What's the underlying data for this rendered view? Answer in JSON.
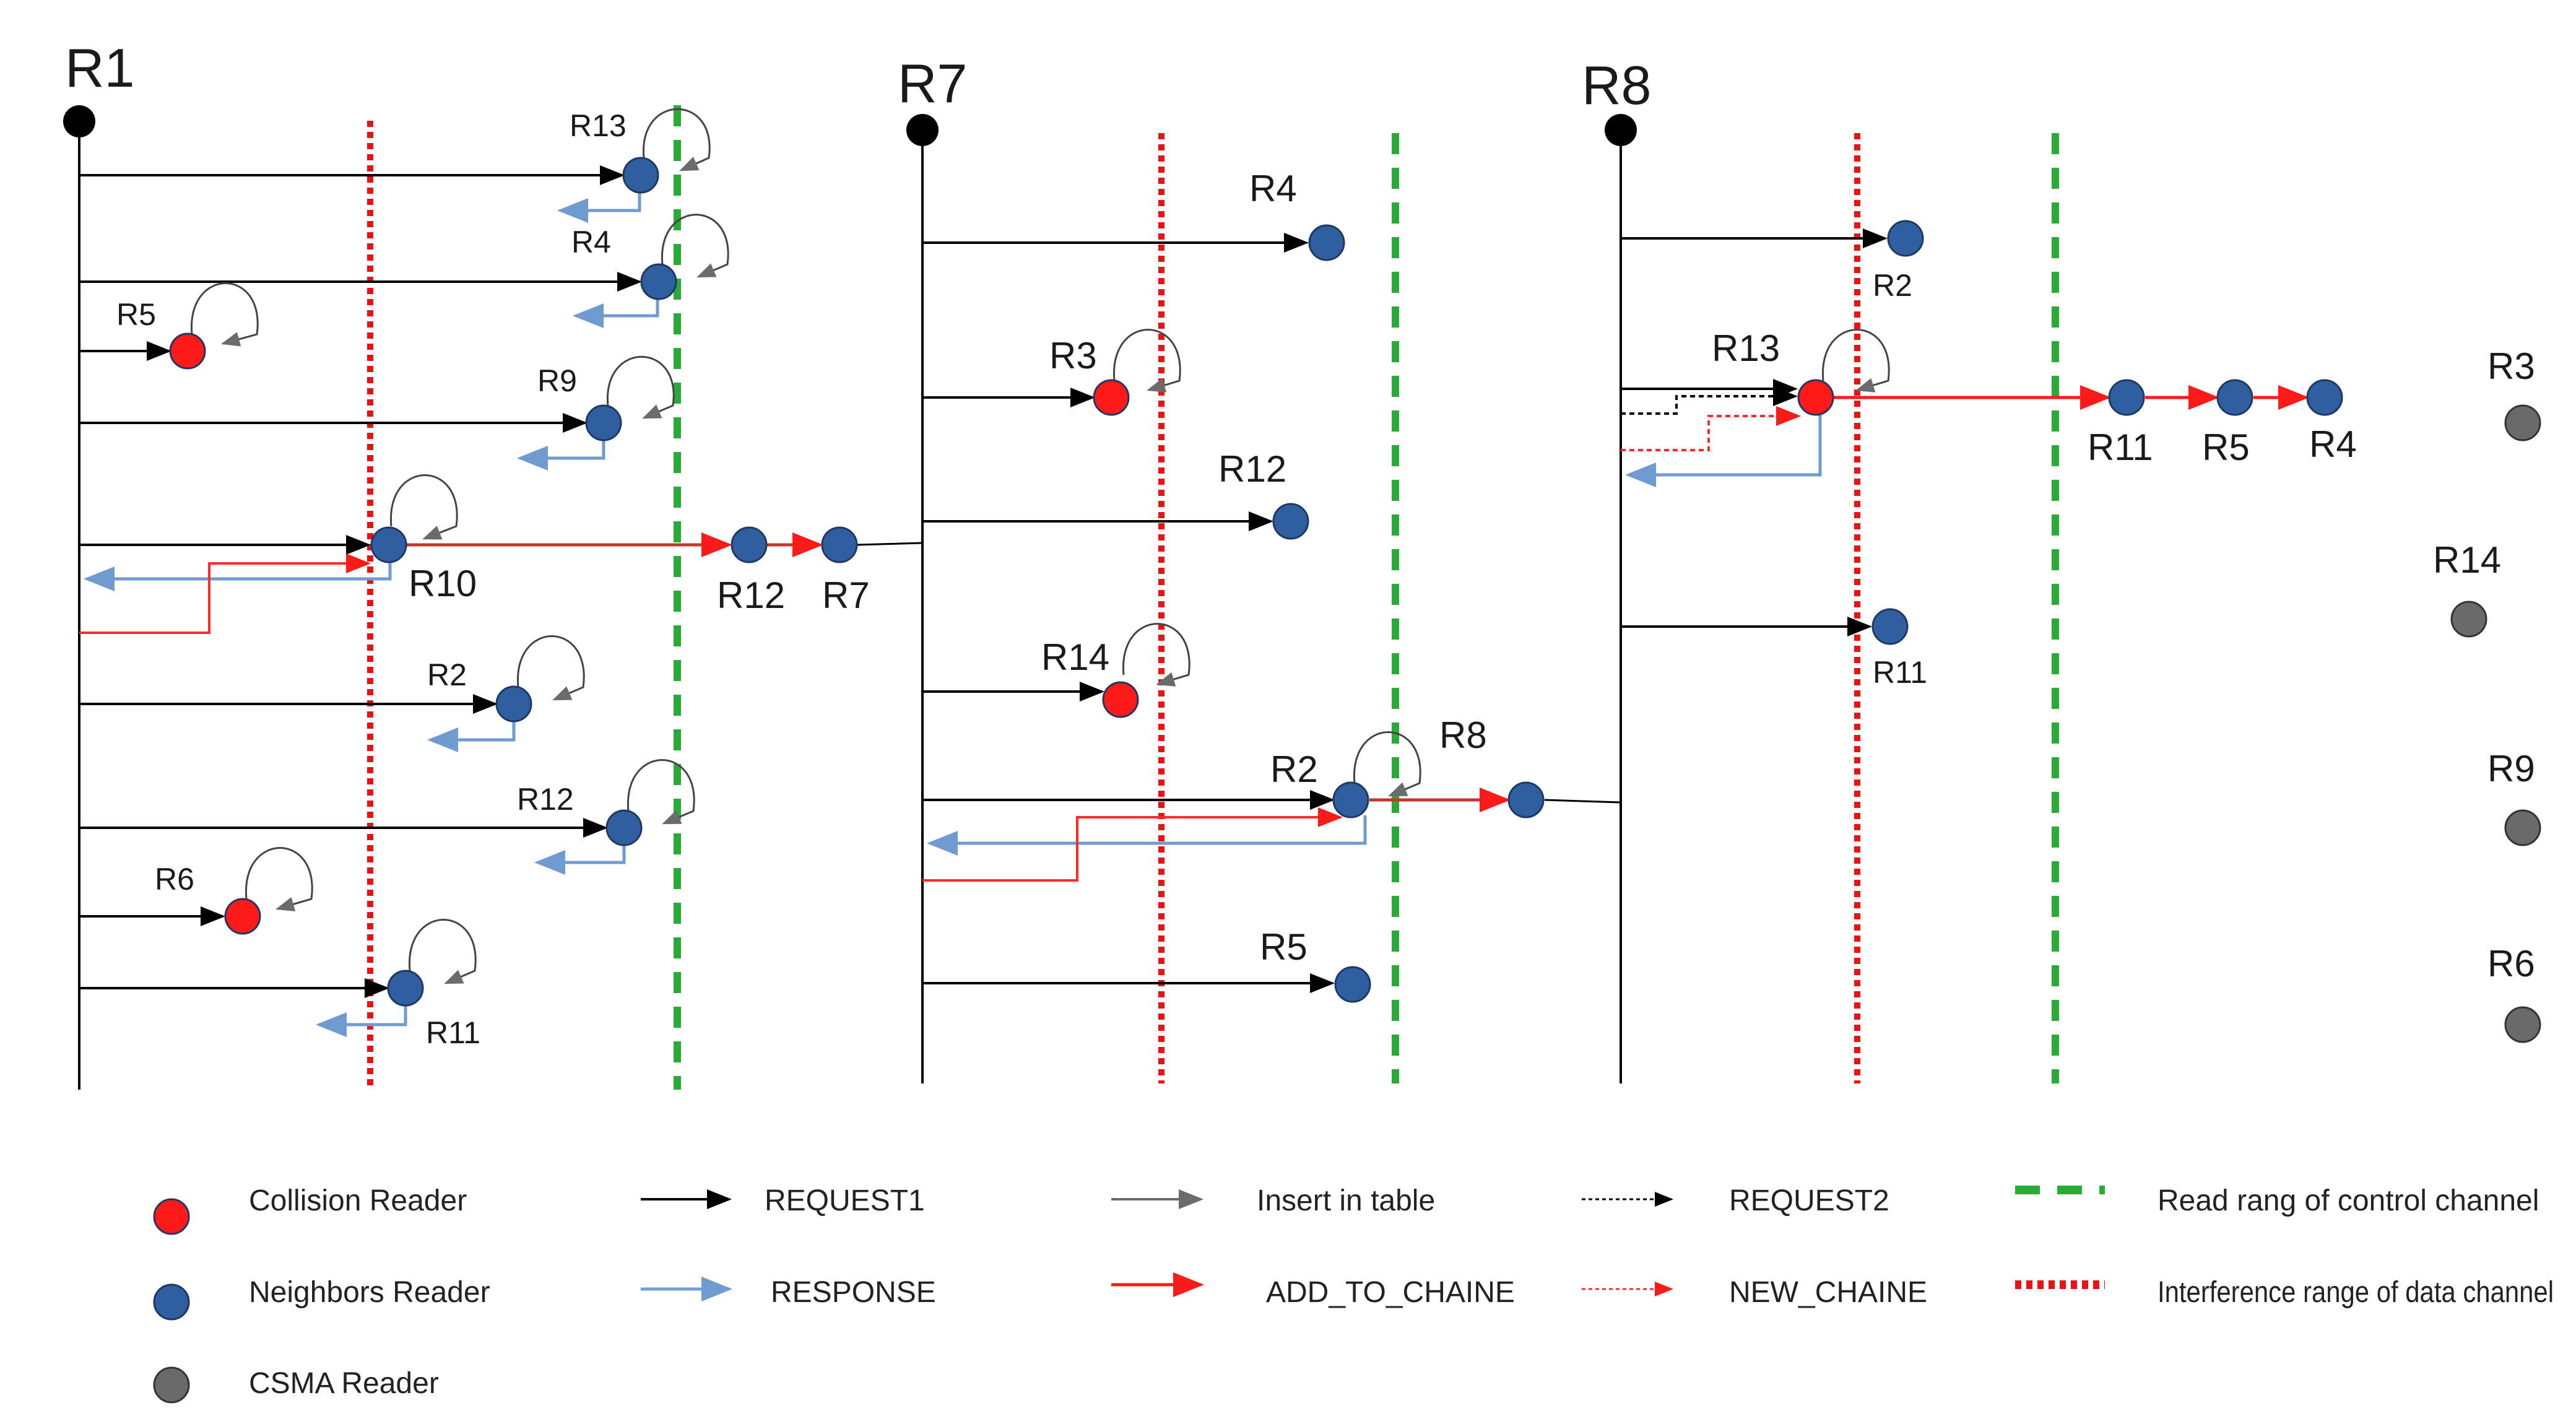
{
  "colors": {
    "request1": "#000000",
    "response": "#6f9bd1",
    "insert": "#6b6b6b",
    "add_to_chaine": "#ff1a1a",
    "chain_line": "#c0392b",
    "request2": "#000000",
    "new_chaine": "#ff2a2a",
    "read_range": "#2aaa36",
    "interference": "#ee1111",
    "collision_fill": "#ff1a1a",
    "neighbor_fill": "#2f5f9e",
    "csma_fill": "#6a6a6a",
    "node_border": "#1f3864"
  },
  "diagram": {
    "readers": [
      {
        "id": "r1",
        "label": "R1"
      },
      {
        "id": "r7",
        "label": "R7"
      },
      {
        "id": "r8",
        "label": "R8"
      }
    ],
    "r1_nodes": [
      {
        "id": "r13",
        "label": "R13",
        "type": "neighbor"
      },
      {
        "id": "r4",
        "label": "R4",
        "type": "neighbor"
      },
      {
        "id": "r5",
        "label": "R5",
        "type": "collision"
      },
      {
        "id": "r9",
        "label": "R9",
        "type": "neighbor"
      },
      {
        "id": "r10",
        "label": "R10",
        "type": "neighbor"
      },
      {
        "id": "r2",
        "label": "R2",
        "type": "neighbor"
      },
      {
        "id": "r12",
        "label": "R12",
        "type": "neighbor"
      },
      {
        "id": "r6",
        "label": "R6",
        "type": "collision"
      },
      {
        "id": "r11",
        "label": "R11",
        "type": "neighbor"
      }
    ],
    "r1_chain": [
      {
        "id": "c-r12",
        "label": "R12"
      },
      {
        "id": "c-r7",
        "label": "R7"
      }
    ],
    "r7_nodes": [
      {
        "id": "r4",
        "label": "R4",
        "type": "neighbor"
      },
      {
        "id": "r3",
        "label": "R3",
        "type": "collision"
      },
      {
        "id": "r12",
        "label": "R12",
        "type": "neighbor"
      },
      {
        "id": "r14",
        "label": "R14",
        "type": "collision"
      },
      {
        "id": "r2",
        "label": "R2",
        "type": "neighbor"
      },
      {
        "id": "r5",
        "label": "R5",
        "type": "neighbor"
      }
    ],
    "r7_chain": [
      {
        "id": "c-r8",
        "label": "R8"
      }
    ],
    "r8_nodes": [
      {
        "id": "r2",
        "label": "R2",
        "type": "neighbor"
      },
      {
        "id": "r13",
        "label": "R13",
        "type": "collision"
      },
      {
        "id": "r11",
        "label": "R11",
        "type": "neighbor"
      }
    ],
    "r8_chain": [
      {
        "id": "c-r11",
        "label": "R11"
      },
      {
        "id": "c-r5",
        "label": "R5"
      },
      {
        "id": "c-r4",
        "label": "R4"
      }
    ],
    "csma_nodes": [
      {
        "id": "r3",
        "label": "R3"
      },
      {
        "id": "r14",
        "label": "R14"
      },
      {
        "id": "r9",
        "label": "R9"
      },
      {
        "id": "r6",
        "label": "R6"
      }
    ]
  },
  "legend": {
    "nodes": [
      {
        "id": "collision",
        "label": "Collision Reader"
      },
      {
        "id": "neighbor",
        "label": "Neighbors Reader"
      },
      {
        "id": "csma",
        "label": "CSMA Reader"
      }
    ],
    "arrows": [
      {
        "id": "request1",
        "label": "REQUEST1"
      },
      {
        "id": "response",
        "label": "RESPONSE"
      },
      {
        "id": "insert",
        "label": "Insert in table"
      },
      {
        "id": "add",
        "label": "ADD_TO_CHAINE"
      },
      {
        "id": "request2",
        "label": "REQUEST2"
      },
      {
        "id": "new",
        "label": "NEW_CHAINE"
      }
    ],
    "ranges": [
      {
        "id": "read",
        "label": "Read rang of control channel"
      },
      {
        "id": "interference",
        "label": "Interference range of data channel"
      }
    ]
  }
}
